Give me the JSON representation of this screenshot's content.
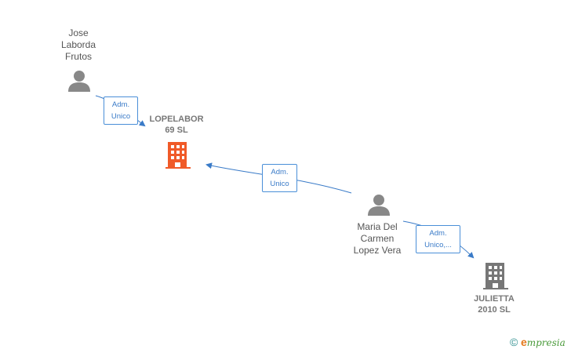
{
  "nodes": {
    "jose": {
      "label": "Jose\nLaborda\nFrutos",
      "icon": "person-icon"
    },
    "lopelabor": {
      "label": "LOPELABOR\n69  SL",
      "icon": "building-icon",
      "color": "#f05a28"
    },
    "maria": {
      "label": "Maria Del\nCarmen\nLopez Vera",
      "icon": "person-icon"
    },
    "julietta": {
      "label": "JULIETTA\n2010  SL",
      "icon": "building-icon",
      "color": "#777777"
    }
  },
  "edges": {
    "jose_lopelabor": {
      "label": "Adm.\nUnico"
    },
    "maria_lopelabor": {
      "label": "Adm.\nUnico"
    },
    "maria_julietta": {
      "label": "Adm.\nUnico,..."
    }
  },
  "footer": {
    "copyright": "©",
    "brand_initial": "e",
    "brand_rest": "mpresia"
  },
  "colors": {
    "edge": "#3a7bc8",
    "person": "#888888"
  }
}
